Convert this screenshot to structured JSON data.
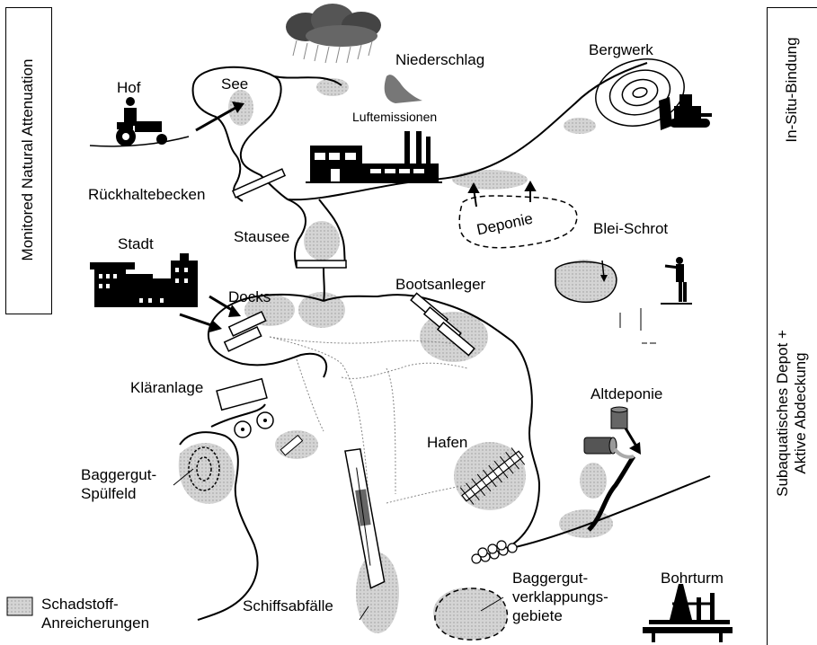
{
  "sidebar_left": {
    "label": "Monitored Natural Attenuation"
  },
  "sidebar_right": {
    "top_label": "In-Situ-Bindung",
    "bottom_line1": "Subaquatisches Depot +",
    "bottom_line2": "Aktive Abdeckung"
  },
  "places": {
    "hof": "Hof",
    "see": "See",
    "niederschlag": "Niederschlag",
    "luftemissionen": "Luftemissionen",
    "bergwerk": "Bergwerk",
    "rueckhaltebecken": "Rückhaltebecken",
    "deponie": "Deponie",
    "stadt": "Stadt",
    "stausee": "Stausee",
    "blei_schrot": "Blei-Schrot",
    "docks": "Docks",
    "bootsanleger": "Bootsanleger",
    "klaeranlage": "Kläranlage",
    "altdeponie": "Altdeponie",
    "hafen": "Hafen",
    "baggergut_spuelfeld_1": "Baggergut-",
    "baggergut_spuelfeld_2": "Spülfeld",
    "schiffsabfaelle": "Schiffsabfälle",
    "verklappung_1": "Baggergut-",
    "verklappung_2": "verklappungs-",
    "verklappung_3": "gebiete",
    "bohrturm": "Bohrturm"
  },
  "legend": {
    "line1": "Schadstoff-",
    "line2": "Anreicherungen"
  },
  "colors": {
    "contamination": "#c8c8c8",
    "stroke": "#000000"
  }
}
